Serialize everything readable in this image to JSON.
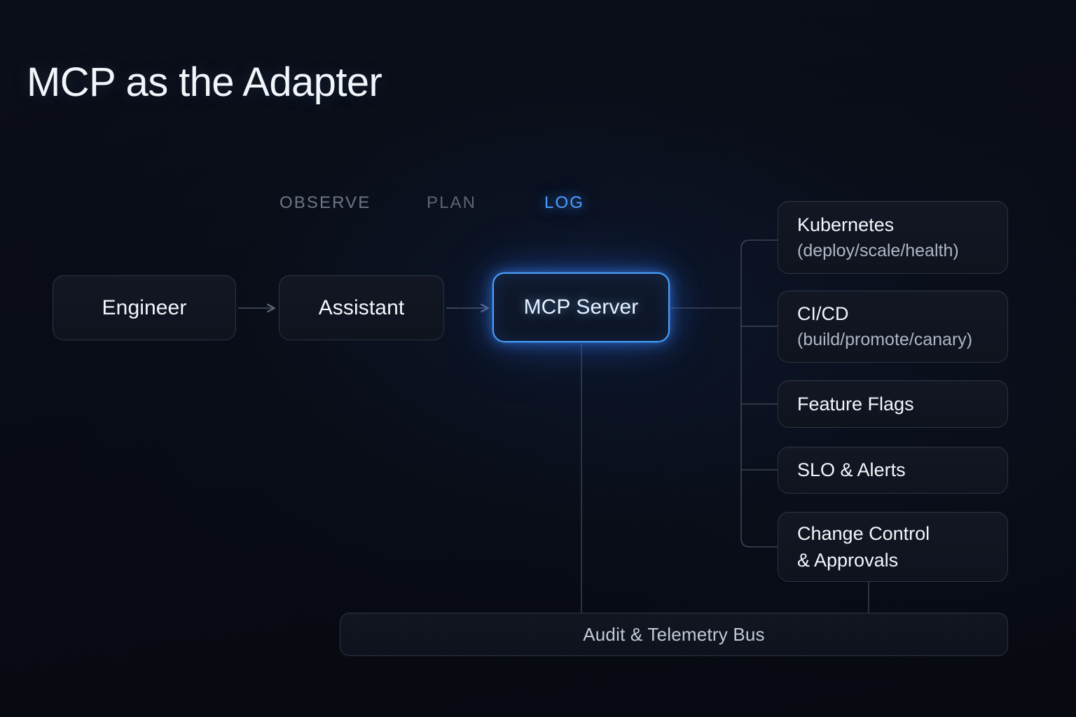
{
  "slide": {
    "title": "MCP as the Adapter",
    "background_color": "#070a12",
    "accent_color": "#49a0ff"
  },
  "stages": [
    {
      "label": "OBSERVE",
      "state": "inactive",
      "color": "#6e7687"
    },
    {
      "label": "PLAN",
      "state": "inactive",
      "color": "#5d6575"
    },
    {
      "label": "LOG",
      "state": "active",
      "color": "#4f9dff"
    }
  ],
  "flow": {
    "nodes": [
      {
        "label": "Engineer",
        "highlighted": false
      },
      {
        "label": "Assistant",
        "highlighted": false
      },
      {
        "label": "MCP Server",
        "highlighted": true
      }
    ]
  },
  "services": [
    {
      "title": "Kubernetes",
      "subtitle": "(deploy/scale/health)"
    },
    {
      "title": "CI/CD",
      "subtitle": "(build/promote/canary)"
    },
    {
      "title": "Feature Flags",
      "subtitle": ""
    },
    {
      "title": "SLO & Alerts",
      "subtitle": ""
    },
    {
      "title": "Change Control",
      "subtitle": "",
      "title_line2": "& Approvals"
    }
  ],
  "bus": {
    "label": "Audit & Telemetry Bus"
  }
}
